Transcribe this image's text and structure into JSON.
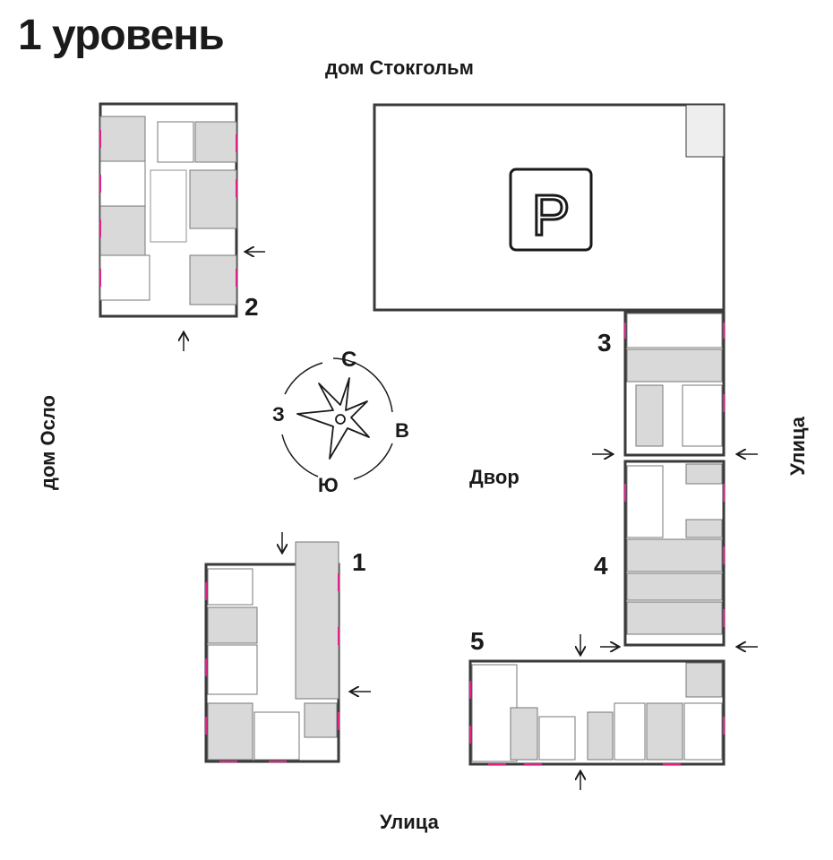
{
  "title": "1 уровень",
  "labels": {
    "stockholm": "дом Стокгольм",
    "oslo": "дом Осло",
    "courtyard": "Двор",
    "street_right": "Улица",
    "street_bottom": "Улица"
  },
  "compass": {
    "north": "С",
    "south": "Ю",
    "east": "В",
    "west": "З"
  },
  "parking": {
    "symbol": "P"
  },
  "sections": [
    "1",
    "2",
    "3",
    "4",
    "5"
  ],
  "colors": {
    "wall": "#3a3a3a",
    "commercial": "#d9d9d9",
    "window": "#e0218a",
    "ink": "#1a1a1a"
  }
}
